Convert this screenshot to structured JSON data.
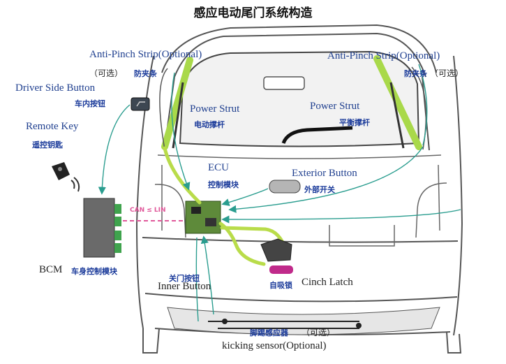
{
  "title": "感应电动尾门系统构造",
  "labels": {
    "anti_pinch_left_en": "Anti-Pinch Strip(Optional)",
    "anti_pinch_left_opt": "（可选）",
    "anti_pinch_left_zh": "防夹条",
    "anti_pinch_right_en": "Anti-Pinch Strip(Optional)",
    "anti_pinch_right_zh": "防夹条",
    "anti_pinch_right_opt": "（可选）",
    "driver_side_button_en": "Driver Side  Button",
    "driver_side_button_zh": "车内按钮",
    "remote_key_en": "Remote Key",
    "remote_key_zh": "遥控钥匙",
    "power_strut_left_en": "Power Strut",
    "power_strut_left_zh": "电动撑杆",
    "power_strut_right_en": "Power Strut",
    "power_strut_right_zh": "平衡撑杆",
    "ecu_en": "ECU",
    "ecu_zh": "控制模块",
    "exterior_button_en": "Exterior Button",
    "exterior_button_zh": "外部开关",
    "can_lin": "CAN ≤ LIN",
    "bcm_en": "BCM",
    "bcm_zh": "车身控制模块",
    "inner_button_zh": "关门按钮",
    "inner_button_en": "Inner Button",
    "cinch_latch_zh": "自吸锁",
    "cinch_latch_en": "Cinch Latch",
    "kicking_sensor_zh": "脚踢感应器",
    "kicking_sensor_opt": "（可选）",
    "kicking_sensor_en": "kicking sensor(Optional)"
  },
  "colors": {
    "label_blue": "#1f3f8f",
    "strip_green": "#a9d94a",
    "wire_green": "#b9dc4a",
    "connector_teal": "#2a9d8f",
    "can_pink": "#e0589a",
    "latch_magenta": "#c02a8a"
  }
}
